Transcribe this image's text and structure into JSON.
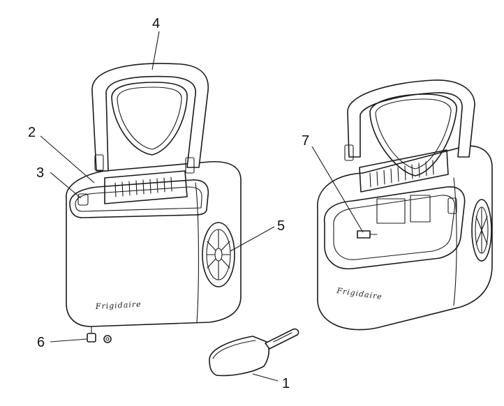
{
  "callouts": {
    "c1": "1",
    "c2": "2",
    "c3": "3",
    "c4": "4",
    "c5": "5",
    "c6": "6",
    "c7": "7"
  },
  "brand_front": "Frigidaire",
  "brand_back": "Frigidaire"
}
